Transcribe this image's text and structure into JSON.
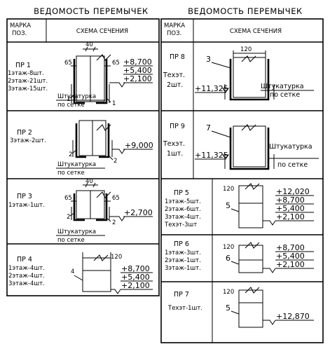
{
  "left": {
    "title": "ВЕДОМОСТЬ ПЕРЕМЫЧЕК",
    "col_mark": [
      "МАРКА",
      "ПОЗ."
    ],
    "col_scheme": "СХЕМА СЕЧЕНИЯ",
    "rows": [
      {
        "mark": "ПР 1",
        "qty": [
          "1этаж-8шт.",
          "2этаж-21шт.",
          "3этаж-15шт."
        ],
        "dims": [
          "40",
          "65",
          "65"
        ],
        "pos": [
          "1",
          "1"
        ],
        "levels": [
          "+8,700",
          "+5,400",
          "+2,100"
        ],
        "note": [
          "Штукатурка",
          "по сетке"
        ]
      },
      {
        "mark": "ПР 2",
        "qty": [
          "3этаж-2шт."
        ],
        "pos": [
          "2",
          "2"
        ],
        "levels": [
          "+9,000"
        ],
        "note": [
          "Штукатурка",
          "по сетке"
        ]
      },
      {
        "mark": "ПР 3",
        "qty": [
          "1этаж-1шт."
        ],
        "dims": [
          "40",
          "65",
          "65"
        ],
        "pos": [
          "2",
          "2"
        ],
        "levels": [
          "+2,700"
        ],
        "note": [
          "Штукатурка",
          "по сетке"
        ]
      },
      {
        "mark": "ПР 4",
        "qty": [
          "1этаж-4шт.",
          "2этаж-4шт.",
          "3этаж-4шт."
        ],
        "dims": [
          "120"
        ],
        "pos": [
          "4"
        ],
        "levels": [
          "+8,700",
          "+5,400",
          "+2,100"
        ]
      }
    ]
  },
  "right": {
    "title": "ВЕДОМОСТЬ ПЕРЕМЫЧЕК",
    "col_mark": [
      "МАРКА",
      "ПОЗ."
    ],
    "col_scheme": "СХЕМА СЕЧЕНИЯ",
    "rows": [
      {
        "mark": "ПР 8",
        "qty": [
          "Техэт.",
          "2шт."
        ],
        "dims": [
          "120"
        ],
        "pos": [
          "3"
        ],
        "levels": [
          "+11,325"
        ],
        "note": [
          "Штукатурка",
          "по сетке"
        ]
      },
      {
        "mark": "ПР 9",
        "qty": [
          "Техэт.",
          "1шт."
        ],
        "pos": [
          "7"
        ],
        "levels": [
          "+11,325"
        ],
        "note": [
          "Штукатурка",
          "по сетке"
        ]
      },
      {
        "mark": "ПР 5",
        "qty": [
          "1этаж-5шт.",
          "2этаж-6шт.",
          "3этаж-4шт.",
          "Техэт-3шт"
        ],
        "dims": [
          "120"
        ],
        "pos": [
          "5"
        ],
        "levels": [
          "+12,020",
          "+8,700",
          "+5,400",
          "+2,100"
        ]
      },
      {
        "mark": "ПР 6",
        "qty": [
          "1этаж-3шт.",
          "2этаж-1шт.",
          "3этаж-1шт."
        ],
        "dims": [
          "120"
        ],
        "pos": [
          "6"
        ],
        "levels": [
          "+8,700",
          "+5,400",
          "+2,100"
        ]
      },
      {
        "mark": "ПР 7",
        "qty": [
          "Техэт-1шт."
        ],
        "dims": [
          "120"
        ],
        "pos": [
          "5"
        ],
        "levels": [
          "+12,870"
        ]
      }
    ]
  }
}
